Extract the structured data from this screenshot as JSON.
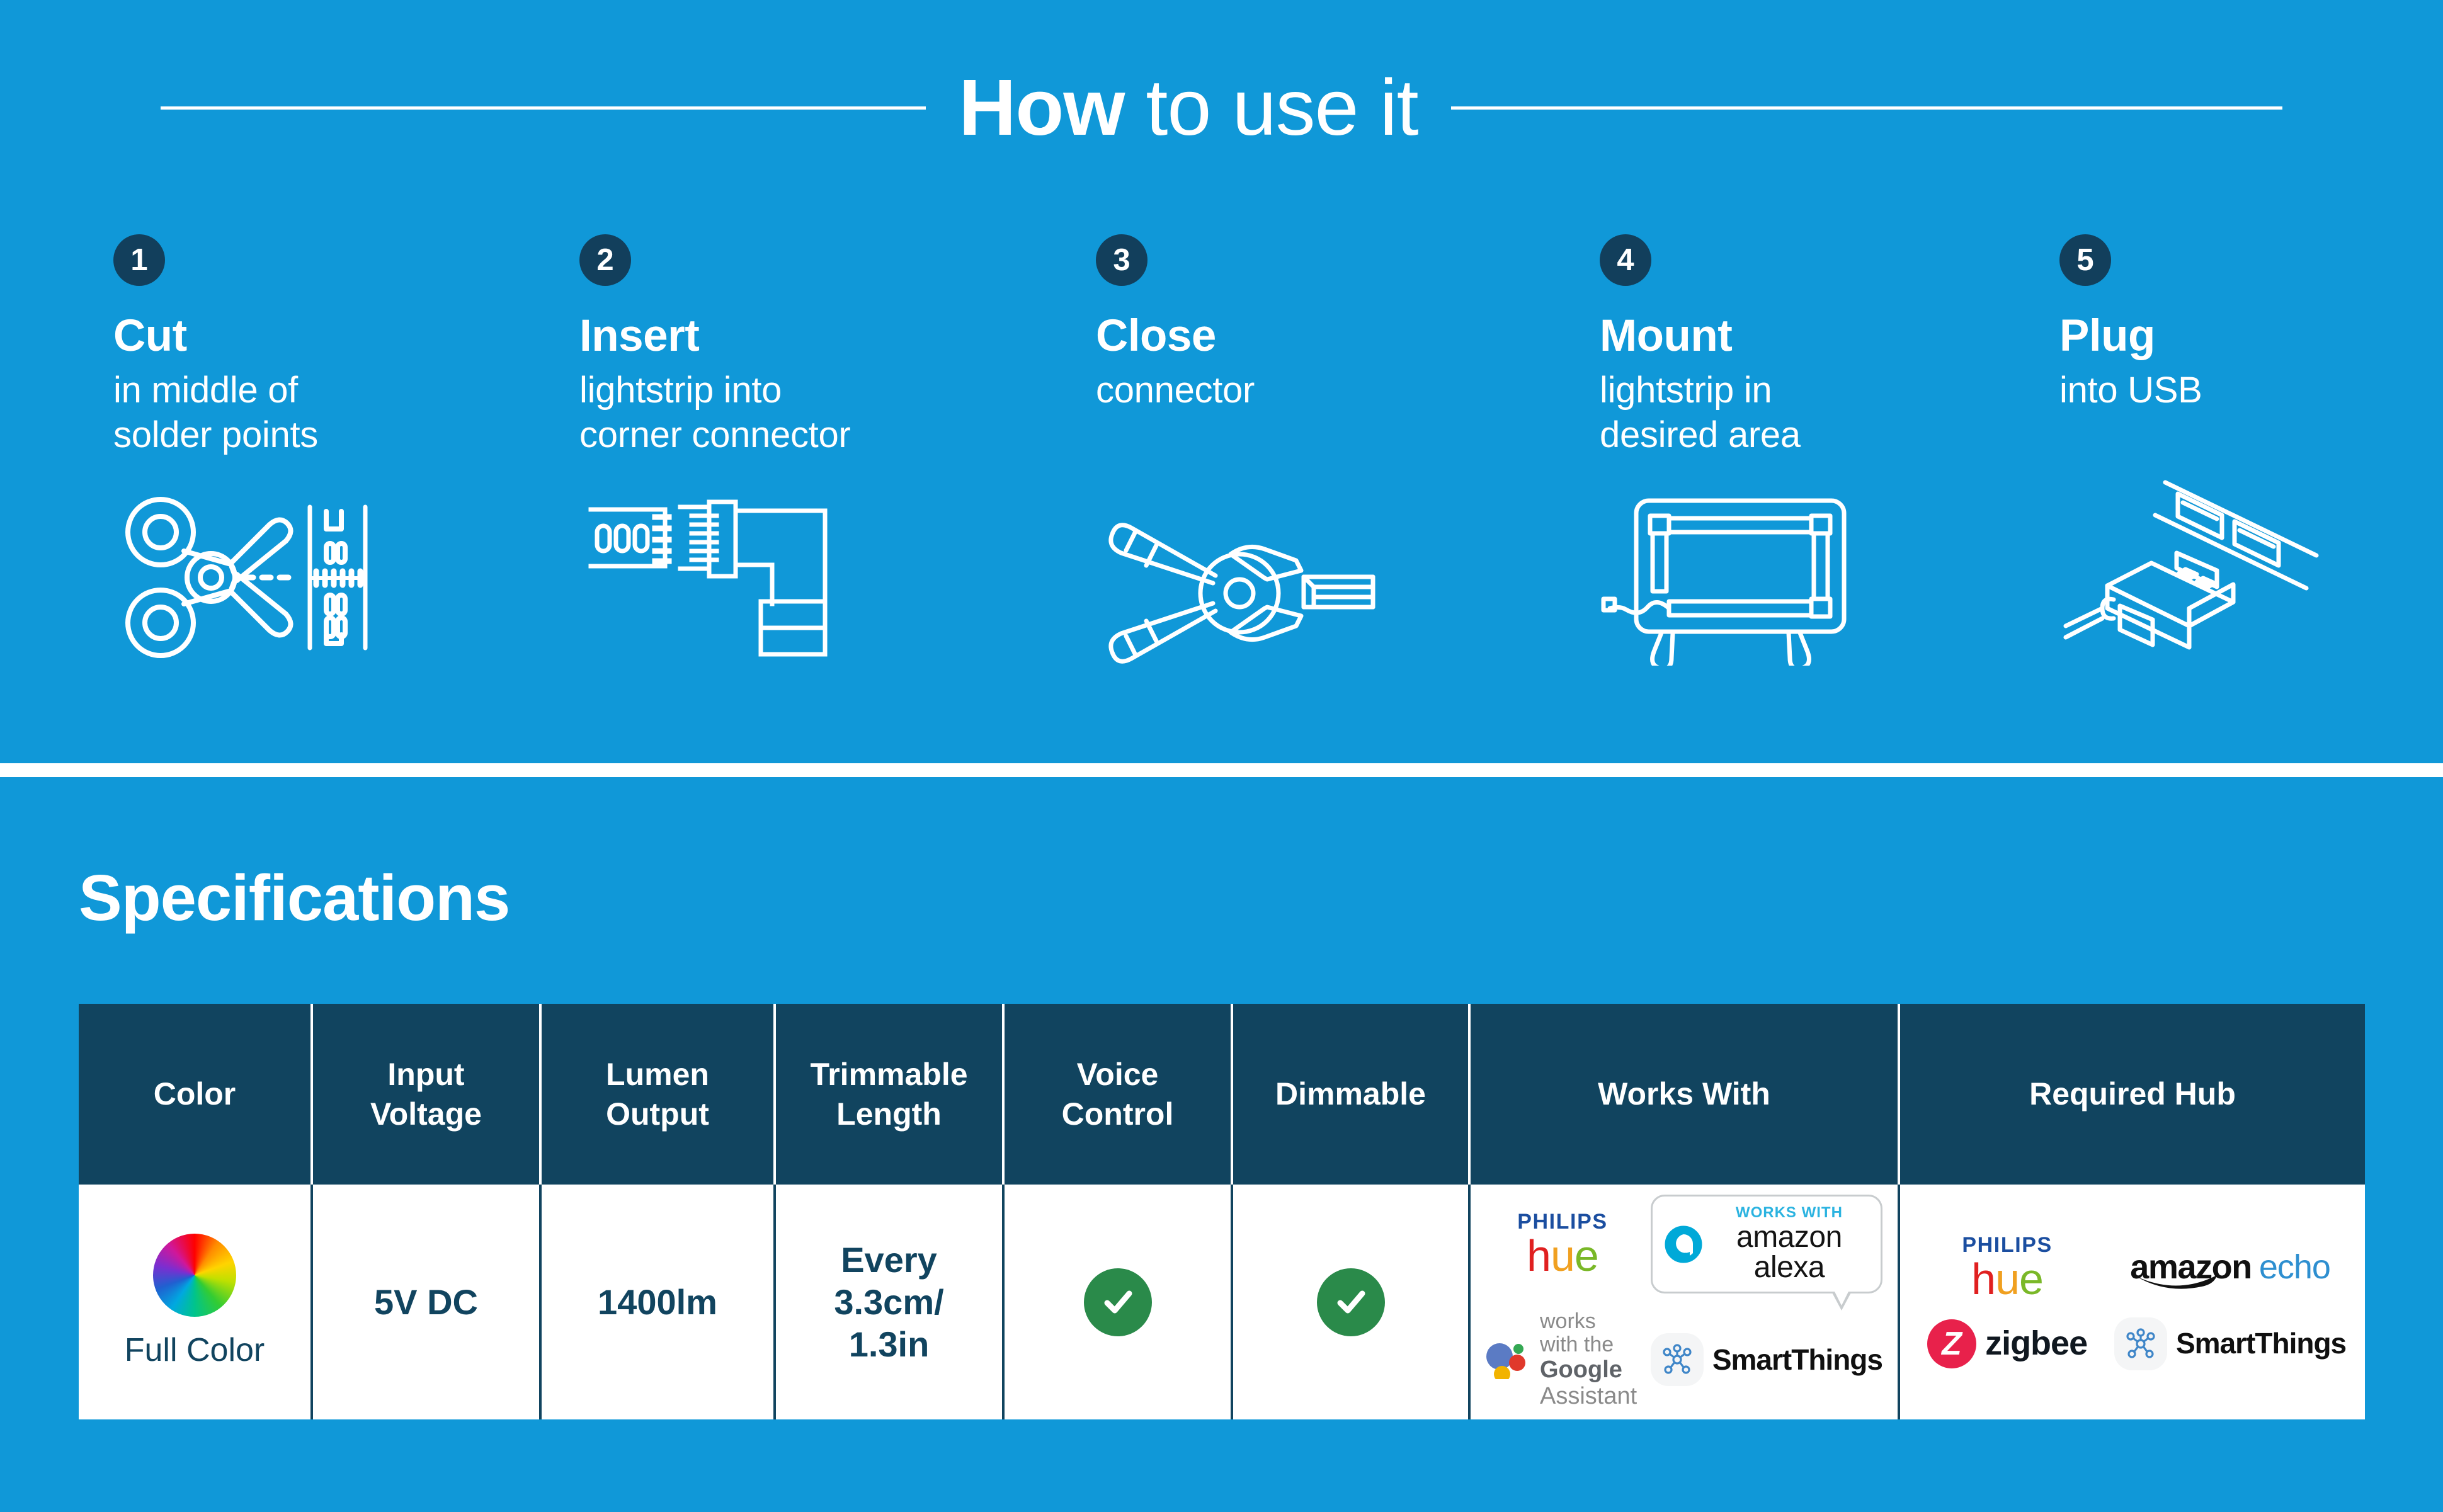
{
  "header": {
    "title_bold": "How",
    "title_rest": " to use it"
  },
  "howto": {
    "steps": [
      {
        "number": "1",
        "title": "Cut",
        "desc": "in middle of\nsolder points",
        "icon": "scissors-cutting-lightstrip-icon"
      },
      {
        "number": "2",
        "title": "Insert",
        "desc": "lightstrip into\ncorner connector",
        "icon": "lightstrip-corner-connector-icon"
      },
      {
        "number": "3",
        "title": "Close",
        "desc": "connector",
        "icon": "pliers-closing-connector-icon"
      },
      {
        "number": "4",
        "title": "Mount",
        "desc": "lightstrip in\ndesired area",
        "icon": "tv-with-lightstrip-icon"
      },
      {
        "number": "5",
        "title": "Plug",
        "desc": "into USB",
        "icon": "usb-plug-into-port-icon"
      }
    ]
  },
  "specs": {
    "title": "Specifications",
    "columns": [
      "Color",
      "Input\nVoltage",
      "Lumen\nOutput",
      "Trimmable\nLength",
      "Voice\nControl",
      "Dimmable",
      "Works With",
      "Required Hub"
    ],
    "row": {
      "color": {
        "label": "Full Color",
        "swatch": "color-wheel-icon"
      },
      "input_voltage": "5V DC",
      "lumen_output": "1400lm",
      "trimmable_length": "Every\n3.3cm/\n1.3in",
      "voice_control": {
        "value": "yes",
        "icon": "green-check-icon"
      },
      "dimmable": {
        "value": "yes",
        "icon": "green-check-icon"
      },
      "works_with": [
        {
          "brand": "philips-hue",
          "line1": "PHILIPS",
          "line2": "hue"
        },
        {
          "brand": "amazon-alexa",
          "line1": "WORKS WITH",
          "line2": "amazon alexa"
        },
        {
          "brand": "google-assistant",
          "line1": "works with the",
          "line2_bold": "Google",
          "line2_rest": " Assistant"
        },
        {
          "brand": "smartthings",
          "line1": "SmartThings"
        }
      ],
      "required_hub": [
        {
          "brand": "philips-hue",
          "line1": "PHILIPS",
          "line2": "hue"
        },
        {
          "brand": "amazon-echo",
          "line1": "amazon",
          "line2": "echo"
        },
        {
          "brand": "zigbee",
          "line1": "zigbee",
          "mark": "Z"
        },
        {
          "brand": "smartthings",
          "line1": "SmartThings"
        }
      ]
    }
  },
  "colors": {
    "background_blue": "#1098d8",
    "dark_navy": "#11445f",
    "badge_navy": "#123f5c",
    "white": "#ffffff",
    "check_green": "#2a8a4a",
    "zigbee_red": "#e8214b",
    "alexa_cyan": "#2bb3e0",
    "philips_blue": "#1b4ea0",
    "echo_blue": "#2e8fd0"
  }
}
